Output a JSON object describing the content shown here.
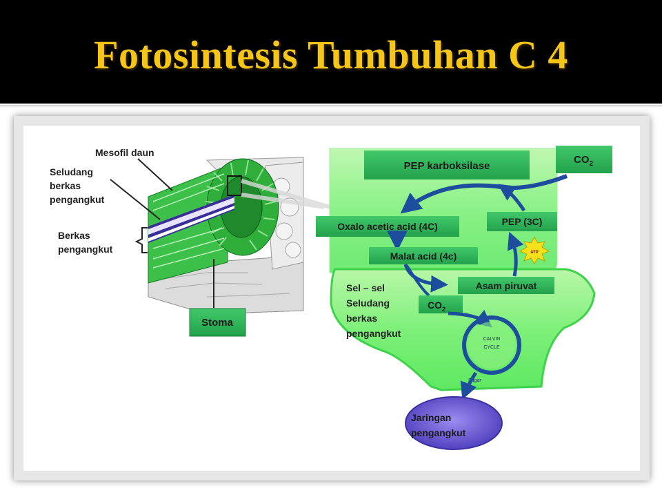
{
  "slide": {
    "title": "Fotosintesis Tumbuhan  C 4"
  },
  "leaf": {
    "mesofil": "Mesofil daun",
    "seludang": [
      "Seludang",
      "berkas",
      "pengangkut"
    ],
    "berkas": [
      "Berkas",
      "pengangkut"
    ],
    "stoma": "Stoma"
  },
  "pathway": {
    "pep_karboksilase": "PEP karboksilase",
    "co2_top": "CO",
    "co2_top_sub": "2",
    "oxalo": "Oxalo acetic acid (4C)",
    "pep3c": "PEP (3C)",
    "atp": "ATP",
    "malat": "Malat acid (4c)",
    "asam_piruvat": "Asam piruvat",
    "sel_seludang": [
      "Sel – sel",
      "Seludang",
      "berkas",
      "pengangkut"
    ],
    "co2_inner": "CO",
    "co2_inner_sub": "2",
    "calvin": [
      "CALVIN",
      "CYCLE"
    ],
    "sugar": "Sugar",
    "jaringan": [
      "Jaringan",
      "pengangkut"
    ]
  },
  "colors": {
    "title_text": "#f5c518",
    "label_box": "#2fb85a",
    "cell_green": "#7ef07a",
    "arrow_blue": "#1d4e9e",
    "vessel_purple": "#6b5bd6"
  }
}
